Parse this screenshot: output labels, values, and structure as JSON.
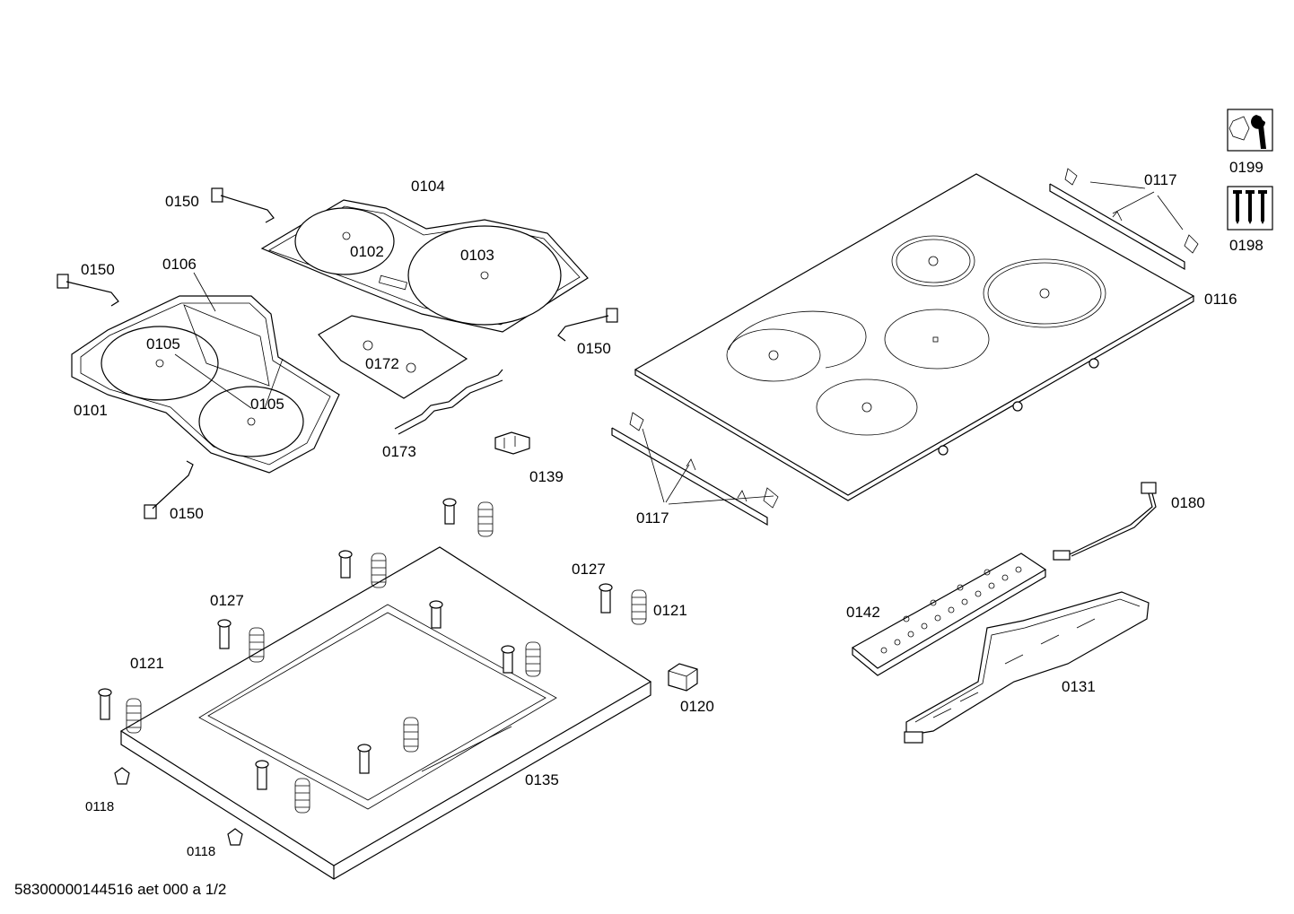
{
  "labels": {
    "p0104": "0104",
    "p0150_a": "0150",
    "p0150_b": "0150",
    "p0150_c": "0150",
    "p0150_d": "0150",
    "p0106": "0106",
    "p0102": "0102",
    "p0103": "0103",
    "p0105_a": "0105",
    "p0105_b": "0105",
    "p0101": "0101",
    "p0172": "0172",
    "p0173": "0173",
    "p0139": "0139",
    "p0117_a": "0117",
    "p0117_b": "0117",
    "p0116": "0116",
    "p0199": "0199",
    "p0198": "0198",
    "p0180": "0180",
    "p0127_a": "0127",
    "p0127_b": "0127",
    "p0121_a": "0121",
    "p0121_b": "0121",
    "p0142": "0142",
    "p0131": "0131",
    "p0120": "0120",
    "p0135": "0135",
    "p0118_a": "0118",
    "p0118_b": "0118"
  },
  "footer": "58300000144516 aet 000 a 1/2",
  "icons": {
    "service_tool": "wrench-nut-icon",
    "screw_set": "screws-icon"
  }
}
